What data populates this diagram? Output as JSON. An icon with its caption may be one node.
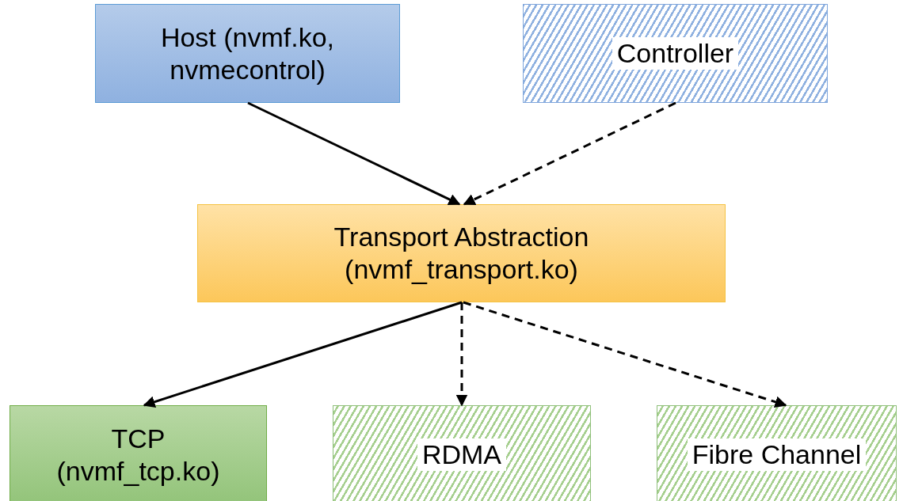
{
  "diagram": {
    "nodes": [
      {
        "text": [
          "Host (nvmf.ko, nvmecontrol)"
        ]
      },
      {
        "text": [
          "Controller"
        ]
      },
      {
        "text": [
          "Transport Abstraction (nvmf_transport.ko)"
        ]
      },
      {
        "text": [
          "TCP (nvmf_tcp.ko)"
        ]
      },
      {
        "text": [
          "RDMA"
        ]
      },
      {
        "text": [
          "Fibre Channel"
        ]
      }
    ],
    "edges": [
      {
        "from": 0,
        "to": 2,
        "arrow": "to"
      },
      {
        "from": 1,
        "to": 2,
        "arrow": "to",
        "style": "dashed"
      },
      {
        "from": 2,
        "to": 3,
        "arrow": "to"
      },
      {
        "from": 2,
        "to": 4,
        "arrow": "to",
        "style": "dashed"
      },
      {
        "from": 2,
        "to": 5,
        "arrow": "to",
        "style": "dashed"
      }
    ]
  }
}
